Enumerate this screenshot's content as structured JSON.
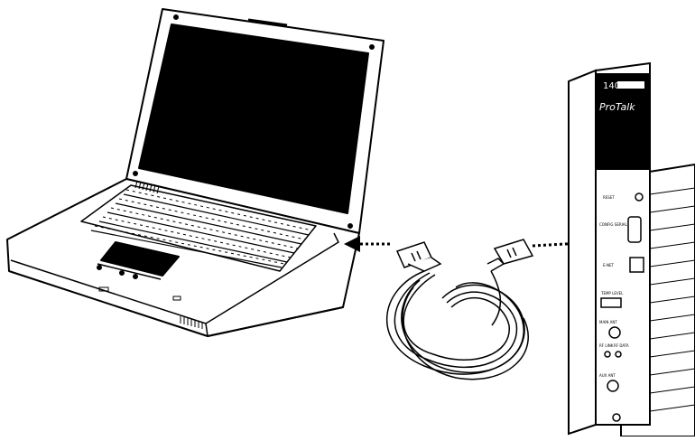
{
  "module": {
    "model": "140",
    "brand": "ProTalk",
    "labels": {
      "reset": "RESET",
      "config": "CONFIG SERIAL",
      "enet": "E-NET",
      "sense": "TEMP LEVEL",
      "main_ant": "MAIN ANT",
      "rf_led1": "RF LINK",
      "rf_led2": "RF DATA",
      "aux_ant": "AUX ANT"
    }
  },
  "colors": {
    "line": "#000000",
    "screen": "#000000",
    "background": "#ffffff"
  },
  "icons": {
    "left_arrow": "arrow-left-icon",
    "right_arrow": "arrow-right-icon"
  }
}
